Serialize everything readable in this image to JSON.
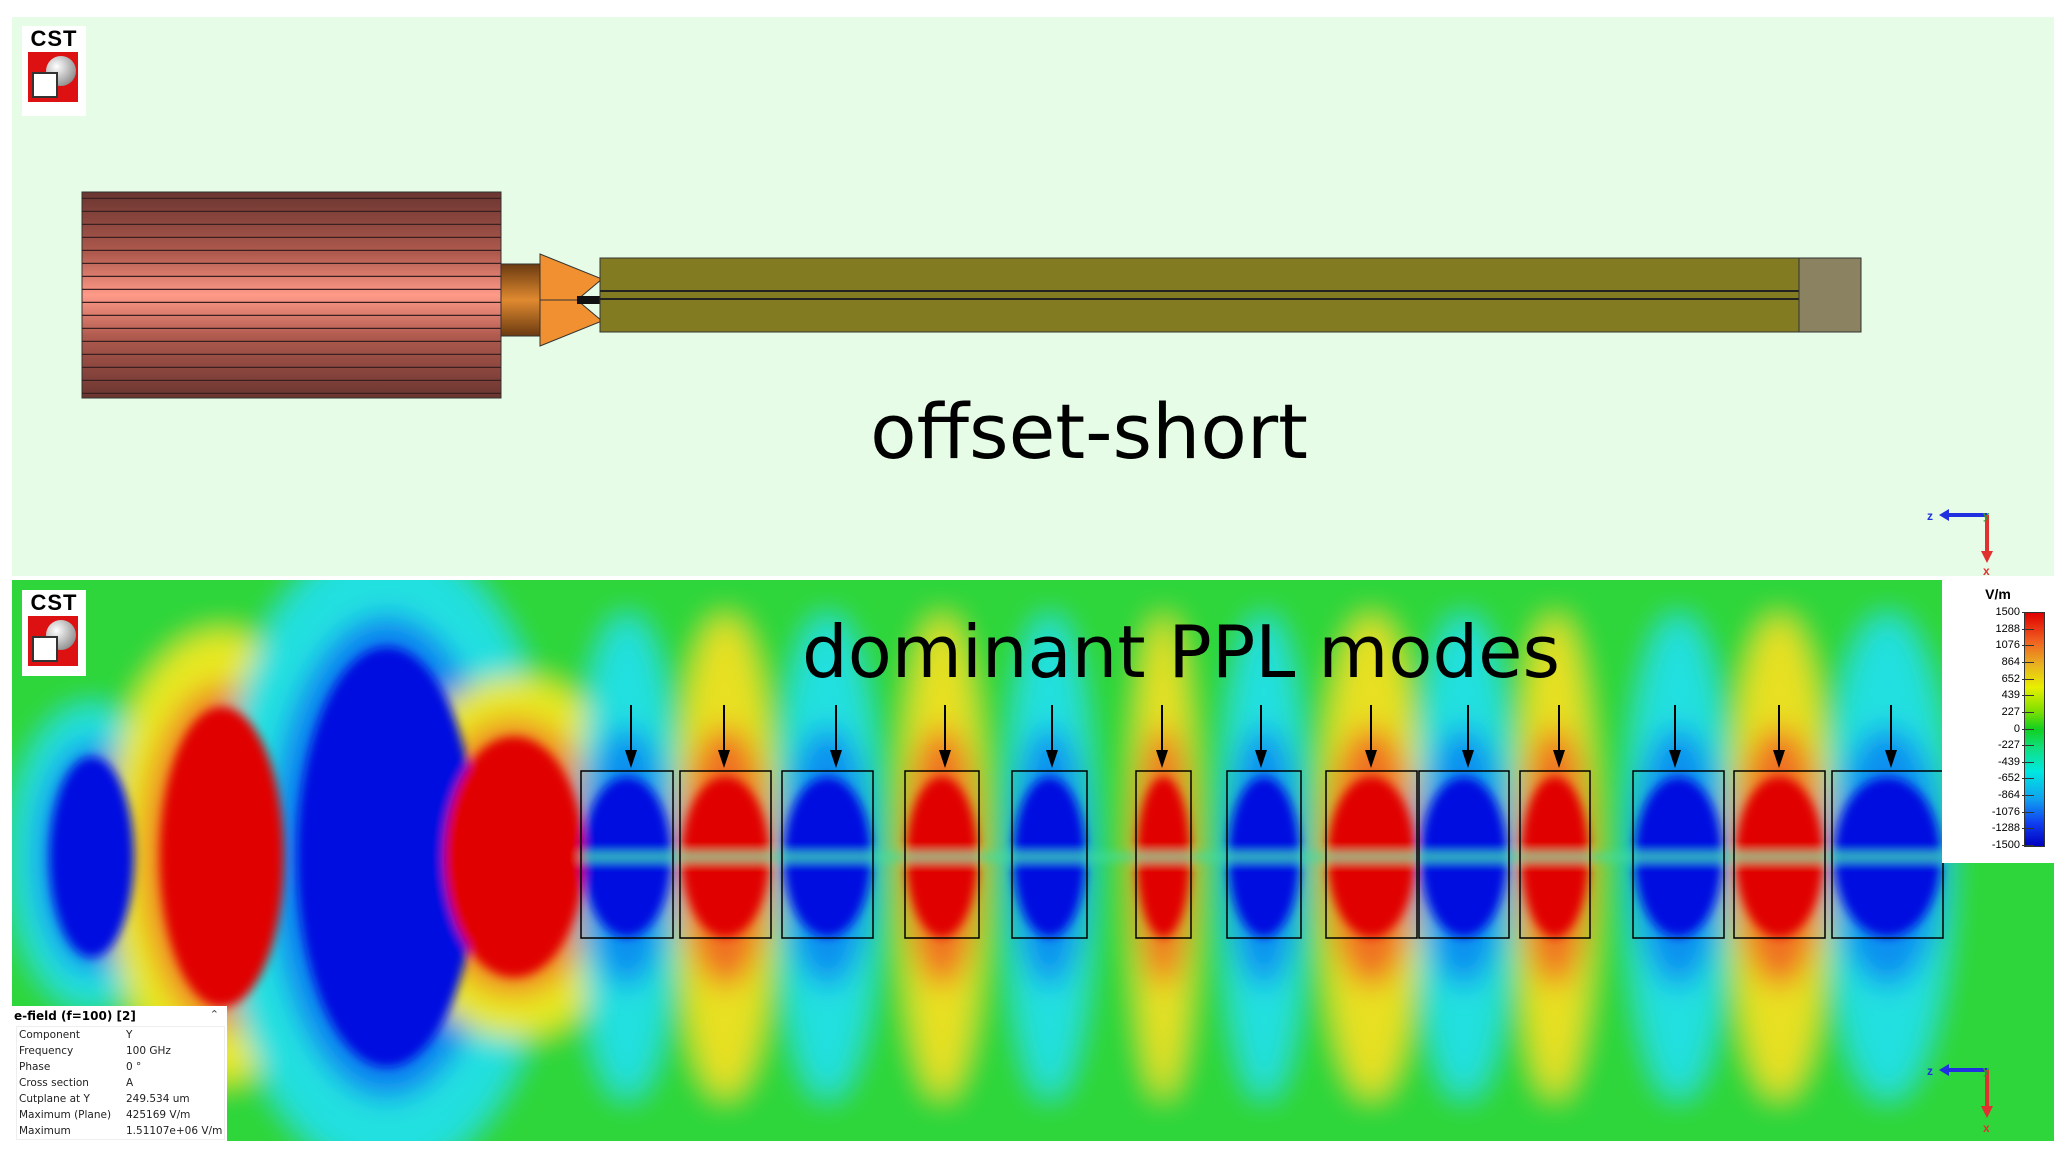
{
  "top_panel": {
    "logo_text": "CST",
    "label": "offset-short",
    "axes": {
      "h": "z",
      "v": "x",
      "center": "y"
    }
  },
  "bottom_panel": {
    "logo_text": "CST",
    "label": "dominant PPL modes",
    "mode_signs": [
      "-",
      "+",
      "-",
      "+",
      "-",
      "+",
      "-",
      "+",
      "-",
      "+",
      "-",
      "+",
      "-"
    ],
    "axes": {
      "h": "z",
      "v": "x",
      "center": "y"
    },
    "legend": {
      "unit": "V/m",
      "ticks": [
        "1500",
        "1288",
        "1076",
        "864",
        "652",
        "439",
        "227",
        "0",
        "-227",
        "-439",
        "-652",
        "-864",
        "-1076",
        "-1288",
        "-1500"
      ]
    },
    "info": {
      "title": "e-field (f=100) [2]",
      "rows": [
        {
          "k": "Component",
          "v": "Y"
        },
        {
          "k": "Frequency",
          "v": "100 GHz"
        },
        {
          "k": "Phase",
          "v": "0 °"
        },
        {
          "k": "Cross section",
          "v": "A"
        },
        {
          "k": "Cutplane at Y",
          "v": "249.534 um"
        },
        {
          "k": "Maximum (Plane)",
          "v": "425169 V/m"
        },
        {
          "k": "Maximum",
          "v": "1.51107e+06 V/m"
        }
      ]
    }
  },
  "colors": {
    "positive": "#e00000",
    "negative": "#0010e0",
    "background_top": "#e6fce6"
  }
}
